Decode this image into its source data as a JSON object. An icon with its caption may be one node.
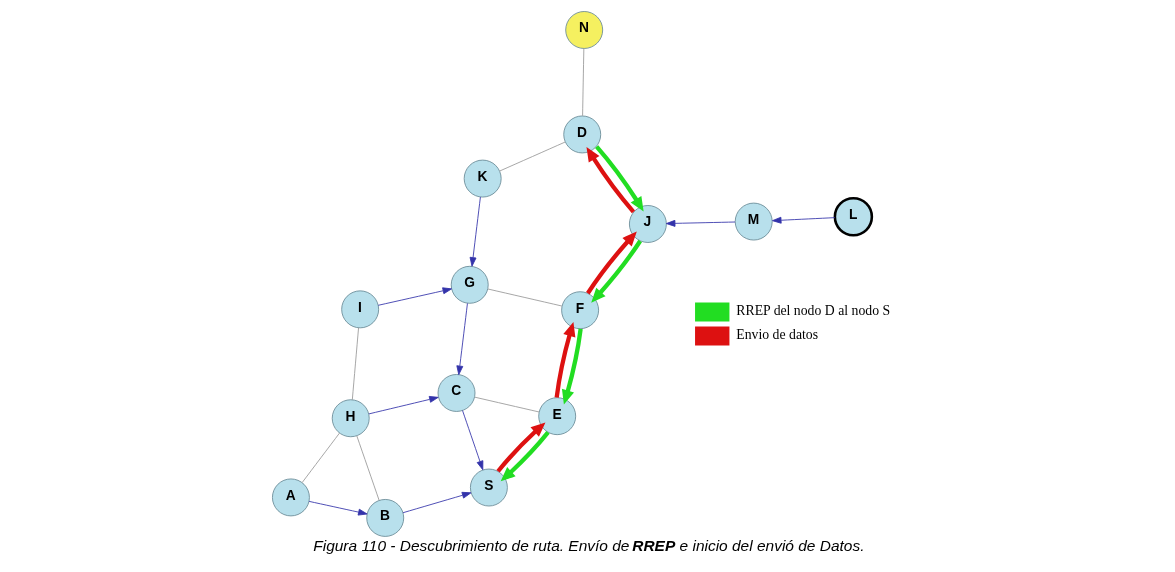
{
  "diagram": {
    "caption": "Figura 110 - Descubrimiento de ruta. Envío de **RREP** e inicio del envió de Datos.",
    "nodes": [
      {
        "text": [
          "S"
        ]
      },
      {
        "text": [
          "E"
        ]
      },
      {
        "text": [
          "B"
        ]
      },
      {
        "text": [
          "C"
        ]
      },
      {
        "text": [
          "F"
        ]
      },
      {
        "text": [
          "J"
        ]
      },
      {
        "text": [
          "M"
        ]
      },
      {
        "text": [
          "L"
        ]
      },
      {
        "text": [
          "A"
        ]
      },
      {
        "text": [
          "G"
        ]
      },
      {
        "text": [
          "H"
        ]
      },
      {
        "text": [
          "K"
        ]
      },
      {
        "text": [
          "D"
        ]
      },
      {
        "text": [
          "I"
        ]
      },
      {
        "text": [
          "N"
        ]
      }
    ],
    "edges": [
      {
        "from": 8,
        "to": 2,
        "arrow": "to"
      },
      {
        "from": 2,
        "to": 0,
        "arrow": "to"
      },
      {
        "from": 3,
        "to": 0,
        "arrow": "to"
      },
      {
        "from": 10,
        "to": 3,
        "arrow": "to"
      },
      {
        "from": 9,
        "to": 3,
        "arrow": "to"
      },
      {
        "from": 13,
        "to": 9,
        "arrow": "to"
      },
      {
        "from": 11,
        "to": 9,
        "arrow": "to"
      },
      {
        "from": 6,
        "to": 5,
        "arrow": "to"
      },
      {
        "from": 7,
        "to": 6,
        "arrow": "to"
      },
      {
        "from": 8,
        "to": 10,
        "arrow": "none",
        "color": "#999999"
      },
      {
        "from": 2,
        "to": 10,
        "arrow": "none",
        "color": "#999999"
      },
      {
        "from": 3,
        "to": 1,
        "arrow": "none",
        "color": "#999999"
      },
      {
        "from": 4,
        "to": 9,
        "arrow": "none",
        "color": "#999999"
      },
      {
        "from": 10,
        "to": 13,
        "arrow": "none",
        "color": "#999999"
      },
      {
        "from": 11,
        "to": 12,
        "arrow": "none",
        "color": "#999999"
      },
      {
        "from": 12,
        "to": 14,
        "arrow": "none",
        "color": "#999999"
      },
      {
        "from": 1,
        "to": 0,
        "arrow": "to",
        "style": "thick",
        "color": "#22dd22"
      },
      {
        "from": 4,
        "to": 1,
        "arrow": "to",
        "style": "thick",
        "color": "#22dd22"
      },
      {
        "from": 5,
        "to": 4,
        "arrow": "to",
        "style": "thick",
        "color": "#22dd22"
      },
      {
        "from": 12,
        "to": 5,
        "arrow": "to",
        "style": "thick",
        "color": "#22dd22"
      },
      {
        "from": 0,
        "to": 1,
        "arrow": "to",
        "style": "thick",
        "color": "#dd1111"
      },
      {
        "from": 1,
        "to": 4,
        "arrow": "to",
        "style": "thick",
        "color": "#dd1111"
      },
      {
        "from": 4,
        "to": 5,
        "arrow": "to",
        "style": "thick",
        "color": "#dd1111"
      },
      {
        "from": 5,
        "to": 12,
        "arrow": "to",
        "style": "thick",
        "color": "#dd1111"
      }
    ],
    "legend": [
      {
        "text": "RREP del nodo D al nodo S",
        "color": "#22dd22"
      },
      {
        "text": "Envio de datos",
        "color": "#dd1111"
      }
    ]
  }
}
